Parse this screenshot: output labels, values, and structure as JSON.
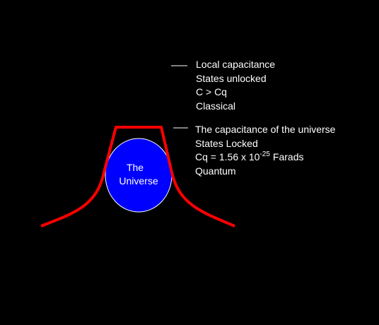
{
  "universe_label": [
    "The",
    "Universe"
  ],
  "local_block": {
    "lines": [
      "Local capacitance",
      "States unlocked",
      "C > Cq",
      "Classical"
    ]
  },
  "universe_block": {
    "line1": "The capacitance of the universe",
    "line2": "States Locked",
    "cq_prefix": "Cq = 1.56 x 10",
    "cq_exponent": "-25",
    "cq_unit": "Farads",
    "line4": "Quantum"
  },
  "colors": {
    "background": "#000000",
    "curve": "#ff0000",
    "sphere": "#0000ff",
    "text": "#ffffff"
  }
}
